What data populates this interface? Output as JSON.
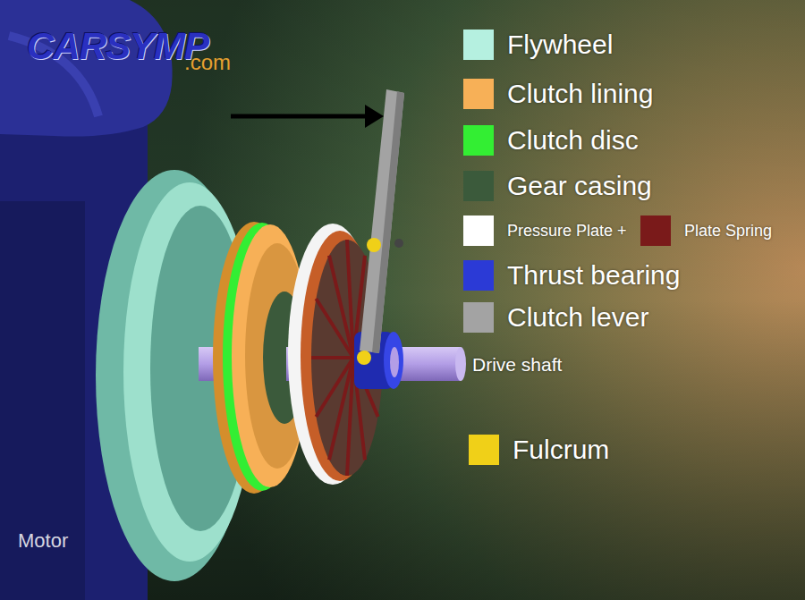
{
  "diagram": {
    "labels": [
      "CARSYMP",
      ".com",
      "Drive shaft",
      "Motor"
    ],
    "legend": [
      {
        "text": "Flywheel",
        "color": "#b5f0e0"
      },
      {
        "text": "Clutch lining",
        "color": "#f7b057"
      },
      {
        "text": "Clutch disc",
        "color": "#33ee33"
      },
      {
        "text": "Gear casing",
        "color": "#3b5a3b"
      },
      {
        "text": "Pressure Plate +",
        "color": "#ffffff"
      },
      {
        "text": "Plate Spring",
        "color": "#7a1a1a"
      },
      {
        "text": "Thrust bearing",
        "color": "#2b3ad6"
      },
      {
        "text": "Clutch lever",
        "color": "#a3a3a3"
      },
      {
        "text": "Fulcrum",
        "color": "#f0d018"
      }
    ]
  }
}
